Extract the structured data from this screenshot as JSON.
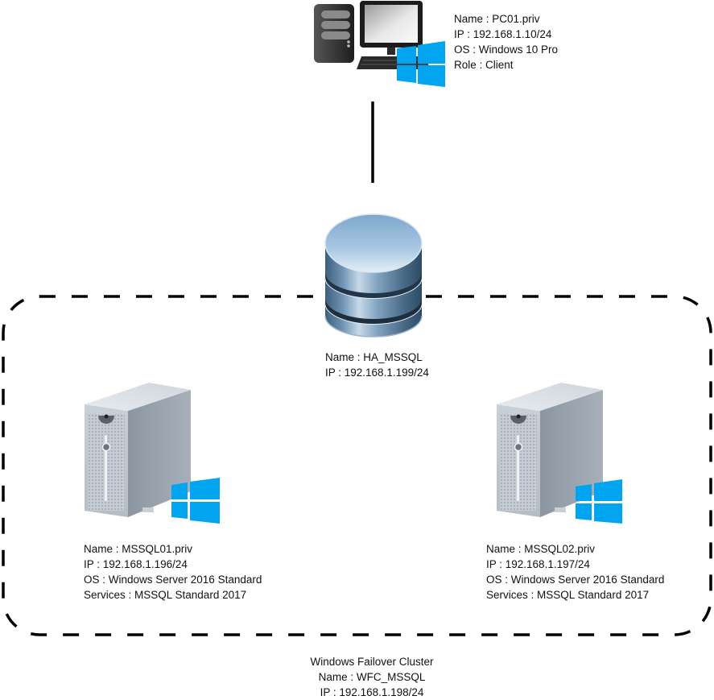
{
  "client": {
    "icon": "desktop-pc-windows-icon",
    "lines": [
      "Name : PC01.priv",
      "IP : 192.168.1.10/24",
      "OS : Windows 10 Pro",
      "Role : Client"
    ]
  },
  "database": {
    "icon": "database-icon",
    "lines": [
      "Name : HA_MSSQL",
      "IP : 192.168.1.199/24"
    ]
  },
  "servers": [
    {
      "icon": "server-tower-windows-icon",
      "lines": [
        "Name : MSSQL01.priv",
        "IP : 192.168.1.196/24",
        "OS : Windows Server 2016 Standard",
        "Services : MSSQL Standard 2017"
      ]
    },
    {
      "icon": "server-tower-windows-icon",
      "lines": [
        "Name : MSSQL02.priv",
        "IP : 192.168.1.197/24",
        "OS : Windows Server 2016 Standard",
        "Services : MSSQL Standard 2017"
      ]
    }
  ],
  "cluster": {
    "lines": [
      "Windows Failover Cluster",
      "Name : WFC_MSSQL",
      "IP : 192.168.1.198/24"
    ]
  },
  "colors": {
    "windows_blue": "#00A4EF",
    "line": "#000000",
    "db_blue": "#7FA6C4"
  }
}
